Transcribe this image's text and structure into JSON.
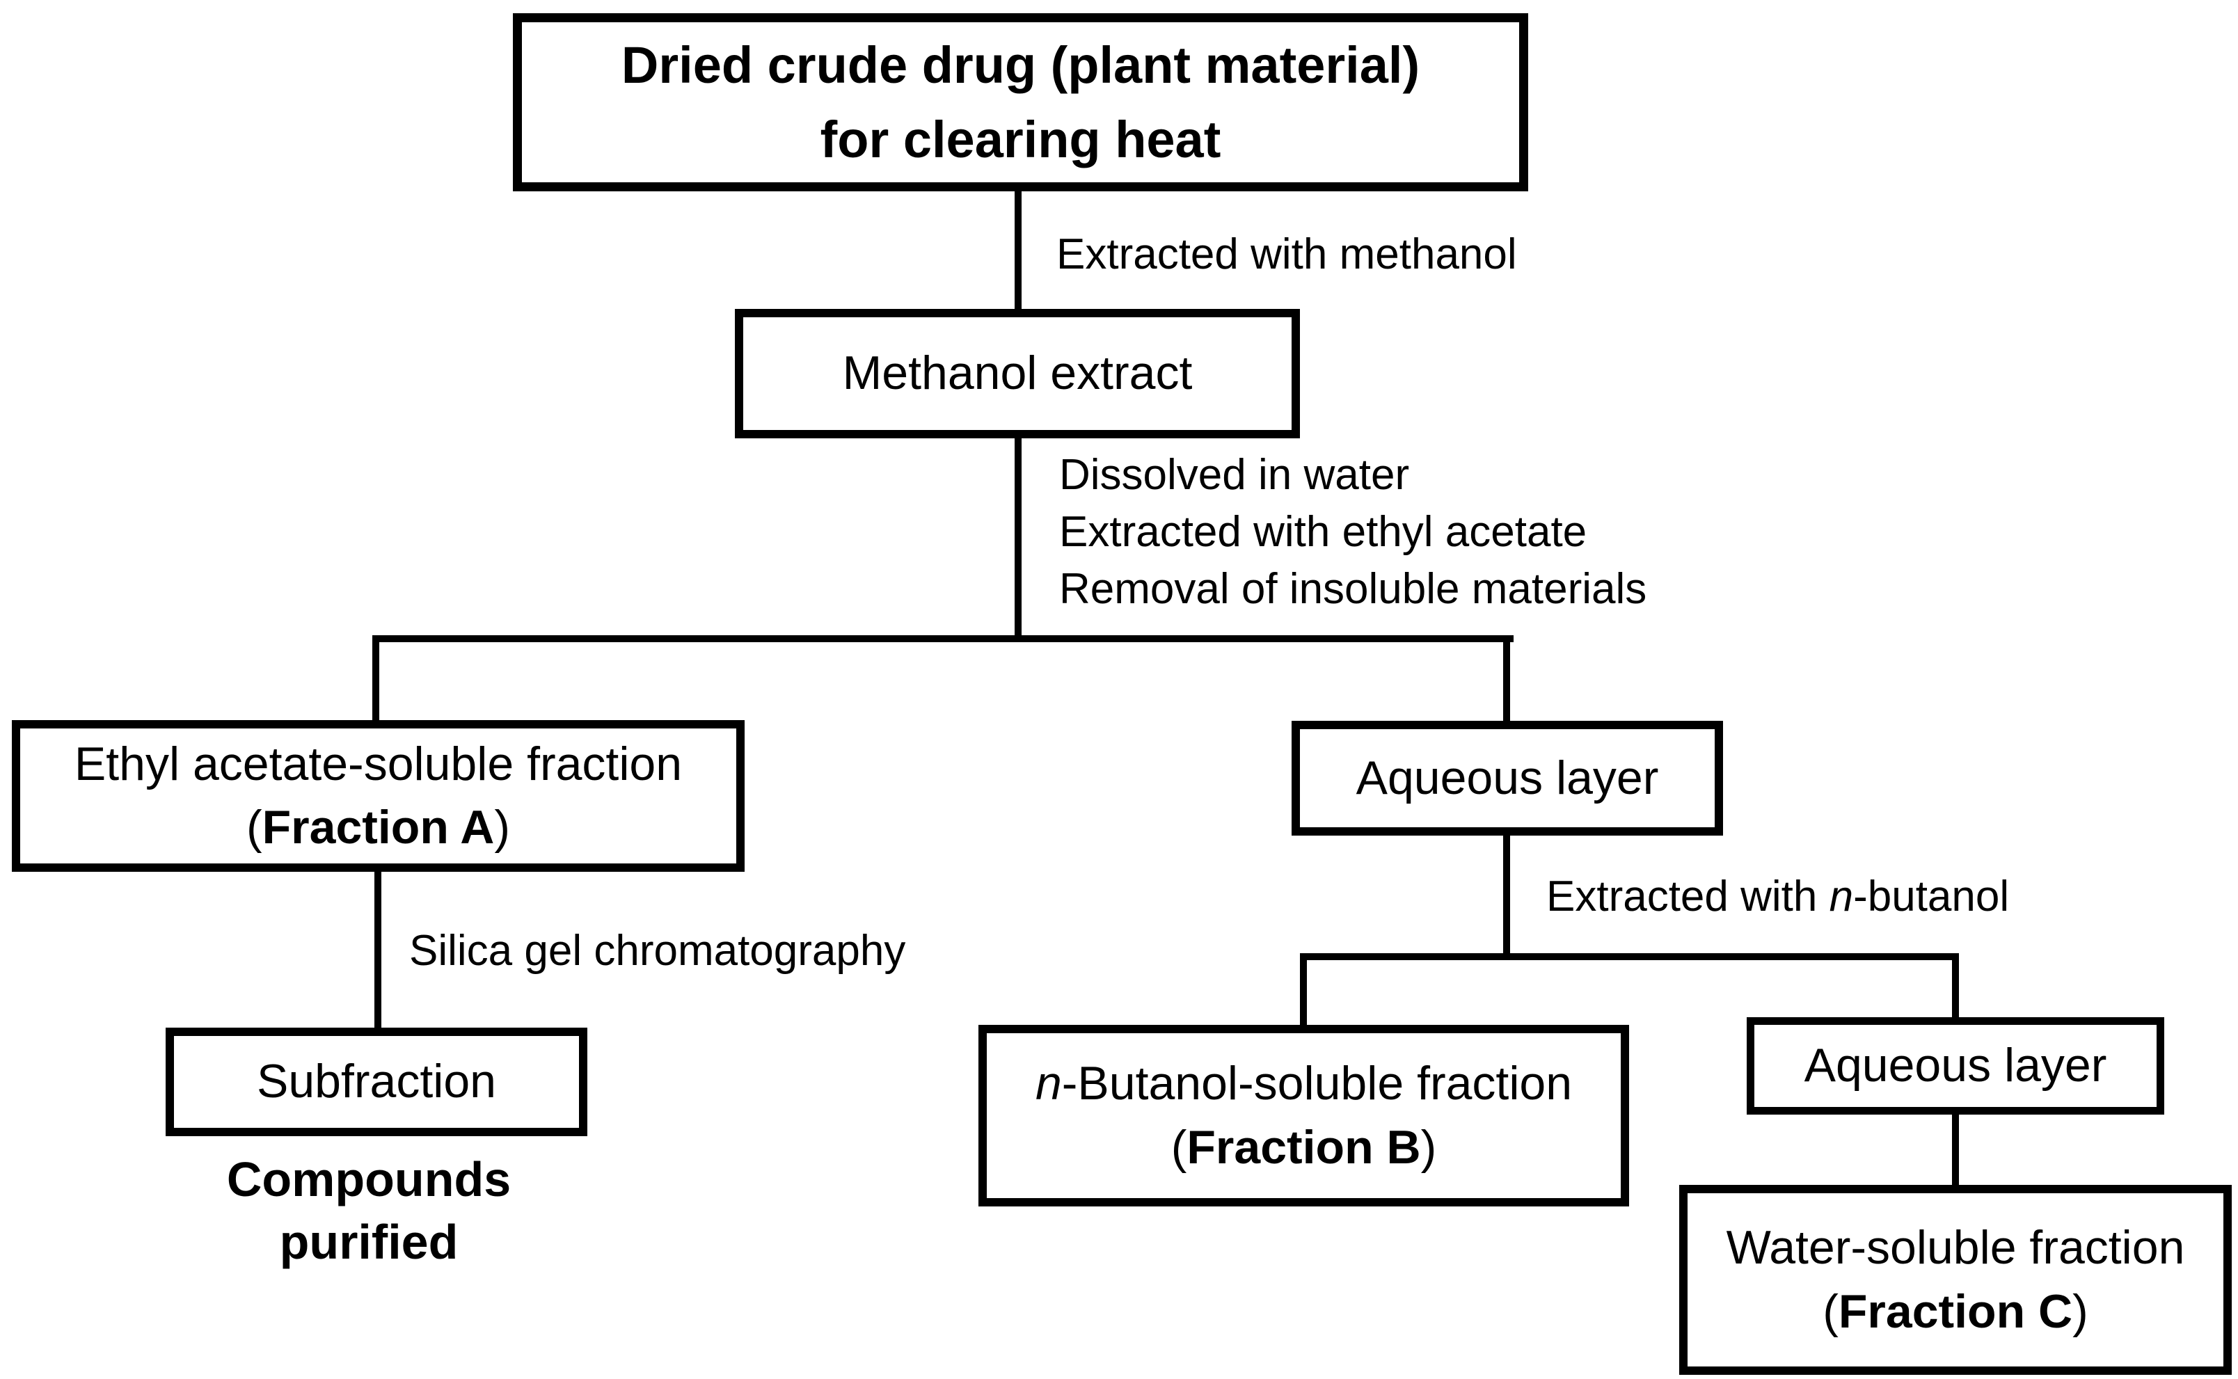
{
  "diagram": {
    "colors": {
      "background": "#ffffff",
      "line": "#000000",
      "text": "#000000"
    },
    "nodes": {
      "dried_crude_drug": {
        "line1": "Dried crude drug (plant material)",
        "line2": "for clearing heat"
      },
      "methanol_extract": {
        "label": "Methanol extract"
      },
      "fraction_a": {
        "line1": "Ethyl acetate-soluble fraction",
        "paren_open": "(",
        "bold_name": "Fraction A",
        "paren_close": ")"
      },
      "aqueous_layer_1": {
        "label": "Aqueous layer"
      },
      "subfraction": {
        "label": "Subfraction"
      },
      "compounds_purified": {
        "line1": "Compounds",
        "line2": "purified"
      },
      "fraction_b": {
        "italic_prefix": "n",
        "line1_rest": "-Butanol-soluble fraction",
        "paren_open": "(",
        "bold_name": "Fraction B",
        "paren_close": ")"
      },
      "aqueous_layer_2": {
        "label": "Aqueous layer"
      },
      "fraction_c": {
        "line1": "Water-soluble fraction",
        "paren_open": "(",
        "bold_name": "Fraction C",
        "paren_close": ")"
      }
    },
    "edge_labels": {
      "extracted_methanol": "Extracted with methanol",
      "dissolved_water": "Dissolved in water",
      "extracted_ethyl_acetate": "Extracted with ethyl acetate",
      "removal_insoluble": "Removal of insoluble materials",
      "silica_gel": "Silica gel chromatography",
      "extracted_butanol_pre": "Extracted with ",
      "extracted_butanol_italic": "n",
      "extracted_butanol_rest": "-butanol"
    }
  }
}
